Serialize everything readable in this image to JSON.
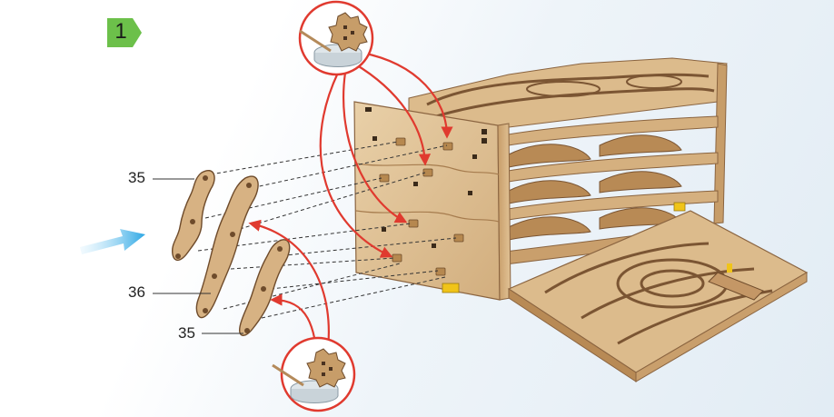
{
  "step": {
    "number": "1",
    "badge_color": "#6cc04a"
  },
  "parts": [
    {
      "id": "top",
      "label": "35"
    },
    {
      "id": "middle",
      "label": "36"
    },
    {
      "id": "bottom",
      "label": "35"
    }
  ],
  "icons": {
    "glue": "glue-cup-with-gear-icon",
    "direction": "blue-arrow-icon"
  },
  "colors": {
    "wood": "#d9b98c",
    "wood_dark": "#a67c4e",
    "arrow_red": "#e03a2f",
    "arrow_blue": "#29a9e6"
  }
}
